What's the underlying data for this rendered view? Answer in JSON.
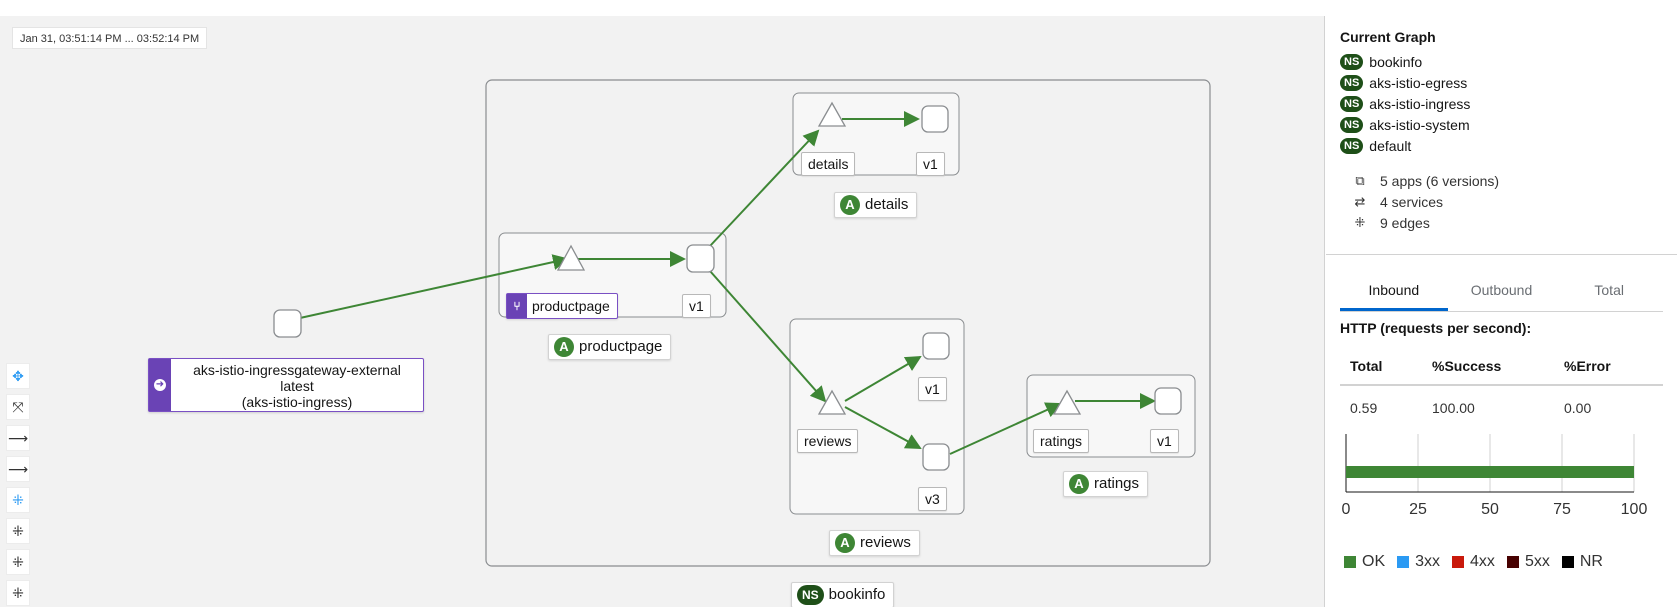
{
  "time_range": "Jan 31, 03:51:14 PM ... 03:52:14 PM",
  "graph": {
    "gateway": {
      "line1": "aks-istio-ingressgateway-external",
      "line2": "latest",
      "line3": "(aks-istio-ingress)"
    },
    "details_service": "details",
    "details_v1": "v1",
    "details_app": "details",
    "productpage_service": "productpage",
    "productpage_v1": "v1",
    "productpage_app": "productpage",
    "reviews_service": "reviews",
    "reviews_v1": "v1",
    "reviews_v3": "v3",
    "reviews_app": "reviews",
    "ratings_service": "ratings",
    "ratings_v1": "v1",
    "ratings_app": "ratings",
    "namespace_box": "bookinfo",
    "app_badge": "A",
    "ns_badge": "NS",
    "edge_color": "#3e8635"
  },
  "panel": {
    "title": "Current Graph",
    "namespaces": [
      "bookinfo",
      "aks-istio-egress",
      "aks-istio-ingress",
      "aks-istio-system",
      "default"
    ],
    "stats": {
      "apps": "5 apps (6 versions)",
      "services": "4 services",
      "edges": "9 edges"
    },
    "tabs": [
      "Inbound",
      "Outbound",
      "Total"
    ],
    "active_tab": "Inbound",
    "http_title": "HTTP (requests per second):",
    "table": {
      "headers": [
        "Total",
        "%Success",
        "%Error"
      ],
      "row": [
        "0.59",
        "100.00",
        "0.00"
      ]
    }
  },
  "chart_data": {
    "type": "bar",
    "orientation": "horizontal",
    "x": [
      0,
      25,
      50,
      75,
      100
    ],
    "xlim": [
      0,
      100
    ],
    "series": [
      {
        "name": "OK",
        "value": 100,
        "color": "#3e8635"
      },
      {
        "name": "3xx",
        "value": 0,
        "color": "#2b9af3"
      },
      {
        "name": "4xx",
        "value": 0,
        "color": "#c9190b"
      },
      {
        "name": "5xx",
        "value": 0,
        "color": "#470000"
      },
      {
        "name": "NR",
        "value": 0,
        "color": "#000000"
      }
    ]
  }
}
